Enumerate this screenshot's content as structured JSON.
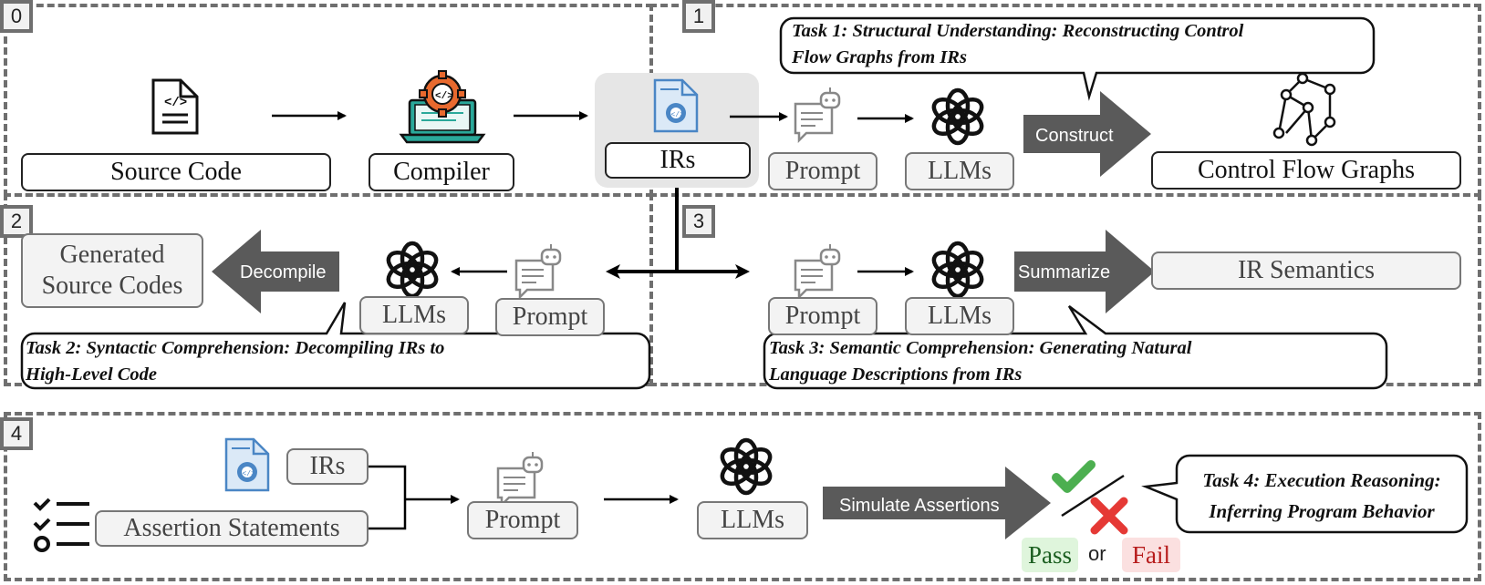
{
  "regions": [
    "0",
    "1",
    "2",
    "3",
    "4"
  ],
  "region1": {
    "source_code": "Source Code",
    "compiler": "Compiler",
    "irs": "IRs",
    "prompt": "Prompt",
    "llms": "LLMs",
    "action": "Construct",
    "output": "Control Flow Graphs",
    "task_line1": "Task 1: Structural Understanding: Reconstructing Control",
    "task_line2": "Flow Graphs from IRs"
  },
  "region2": {
    "output_line1": "Generated",
    "output_line2": "Source Codes",
    "action": "Decompile",
    "llms": "LLMs",
    "prompt": "Prompt",
    "task_line1": "Task 2: Syntactic Comprehension: Decompiling IRs to",
    "task_line2": "High-Level Code"
  },
  "region3": {
    "prompt": "Prompt",
    "llms": "LLMs",
    "action": "Summarize",
    "output": "IR Semantics",
    "task_line1": "Task 3:  Semantic Comprehension: Generating Natural",
    "task_line2": "Language Descriptions from IRs"
  },
  "region4": {
    "irs": "IRs",
    "assertions": "Assertion Statements",
    "prompt": "Prompt",
    "llms": "LLMs",
    "action": "Simulate Assertions",
    "pass": "Pass",
    "or": "or",
    "fail": "Fail",
    "task_line1": "Task 4: Execution Reasoning:",
    "task_line2": "Inferring Program Behavior"
  },
  "icons": {
    "source_file": "code-file-icon",
    "compiler": "laptop-gear-icon",
    "ir_file": "ir-document-icon",
    "prompt": "chat-bot-icon",
    "llm": "openai-logo-icon",
    "graph": "control-flow-graph-icon",
    "checklist": "checklist-icon",
    "check": "check-icon",
    "cross": "cross-icon"
  },
  "colors": {
    "dashed_border": "#6f6f6f",
    "arrow_dark": "#5a5a5a",
    "compiler_orange": "#e8692e",
    "compiler_teal": "#2aa89a",
    "ir_blue": "#4a86c5",
    "pass_green": "#4caf50",
    "fail_red": "#e53935",
    "pass_bg": "#dff5dc",
    "fail_bg": "#fbe0e0"
  }
}
